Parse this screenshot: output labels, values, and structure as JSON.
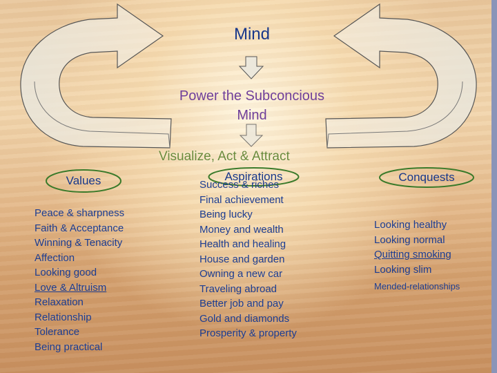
{
  "diagram": {
    "title": "Mind",
    "middle_text": "Power the Subconcious Mind",
    "banner_text": "Visualize, Act & Attract"
  },
  "columns": [
    {
      "heading": "Values",
      "items": [
        "Peace & sharpness",
        "Faith & Acceptance",
        "Winning & Tenacity",
        "Affection",
        "Looking good",
        "Love & Altruism",
        "Relaxation",
        "Relationship",
        "Tolerance",
        "Being practical"
      ]
    },
    {
      "heading": "Aspirations",
      "items": [
        "Success & riches",
        "Final achievement",
        "Being lucky",
        "Money and wealth",
        "Health and healing",
        "House and garden",
        "Owning a new car",
        "Traveling abroad",
        "Better job and pay",
        "Gold and diamonds",
        "Prosperity & property"
      ]
    },
    {
      "heading": "Conquests",
      "items": [
        "Looking healthy",
        "Looking normal",
        "Quitting smoking",
        "Looking slim",
        "Mended-relationships"
      ]
    }
  ],
  "colors": {
    "heading_text": "#17378a",
    "list_text": "#1c3d92",
    "middle_text": "#6f3f9a",
    "banner_text": "#6a8a3a",
    "oval_outline": "#3a7a2a"
  },
  "icons": [
    "cycle-arrow-left",
    "cycle-arrow-right",
    "down-arrow"
  ]
}
